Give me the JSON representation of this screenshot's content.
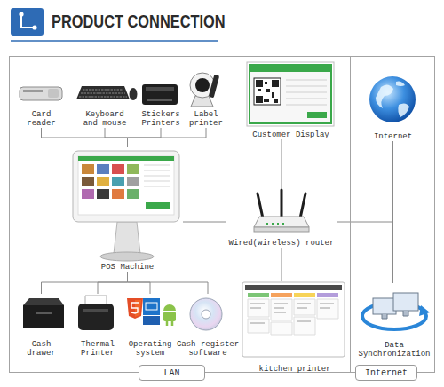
{
  "diagram": {
    "title": "PRODUCT CONNECTION",
    "nodes": [
      {
        "text": [
          "LAN"
        ]
      },
      {
        "text": [
          "Card reader"
        ],
        "in": 0
      },
      {
        "text": [
          "Keyboard and mouse"
        ],
        "in": 0
      },
      {
        "text": [
          "Stickers Printers"
        ],
        "in": 0
      },
      {
        "text": [
          "Label printer"
        ],
        "in": 0
      },
      {
        "text": [
          "Customer Display"
        ],
        "in": 0
      },
      {
        "text": [
          "POS Machine"
        ],
        "in": 0
      },
      {
        "text": [
          "Wired(wireless) router"
        ],
        "in": 0
      },
      {
        "text": [
          "Cash drawer"
        ],
        "in": 0
      },
      {
        "text": [
          "Thermal Printer"
        ],
        "in": 0
      },
      {
        "text": [
          "Operating system"
        ],
        "in": 0
      },
      {
        "text": [
          "Cash register software"
        ],
        "in": 0
      },
      {
        "text": [
          "kitchen printer"
        ],
        "in": 0
      },
      {
        "text": [
          "Internet"
        ]
      },
      {
        "text": [
          "Internet"
        ],
        "in": 13
      },
      {
        "text": [
          "Data Synchronization"
        ],
        "in": 13
      }
    ],
    "edges": [
      {
        "from": 1,
        "to": 6,
        "arrow": "none"
      },
      {
        "from": 2,
        "to": 6,
        "arrow": "none"
      },
      {
        "from": 3,
        "to": 6,
        "arrow": "none"
      },
      {
        "from": 4,
        "to": 6,
        "arrow": "none"
      },
      {
        "from": 5,
        "to": 7,
        "arrow": "none"
      },
      {
        "from": 6,
        "to": 7,
        "arrow": "none"
      },
      {
        "from": 7,
        "to": 12,
        "arrow": "none"
      },
      {
        "from": 7,
        "to": 14,
        "arrow": "none"
      },
      {
        "from": 14,
        "to": 15,
        "arrow": "none"
      },
      {
        "from": 6,
        "to": 8,
        "arrow": "none"
      },
      {
        "from": 6,
        "to": 9,
        "arrow": "none"
      },
      {
        "from": 6,
        "to": 10,
        "arrow": "none"
      },
      {
        "from": 6,
        "to": 11,
        "arrow": "none"
      }
    ]
  }
}
